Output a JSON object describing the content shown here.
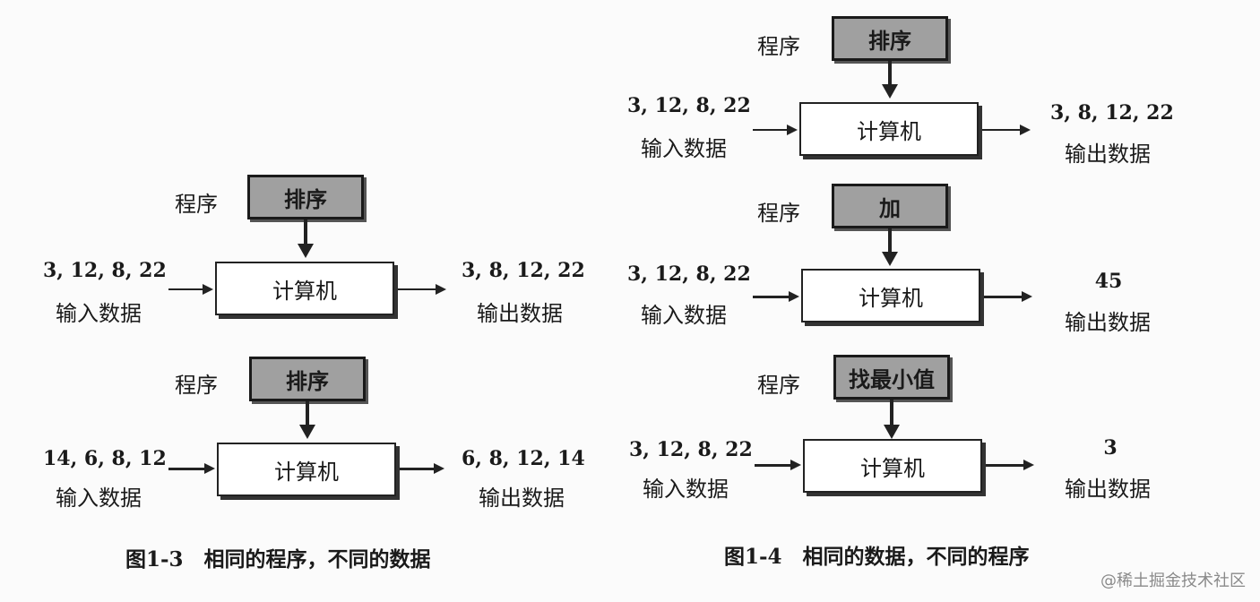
{
  "fig3": {
    "rows": [
      {
        "program_label": "程序",
        "program": "排序",
        "input": "3, 12, 8, 22",
        "input_label": "输入数据",
        "computer": "计算机",
        "output": "3, 8, 12, 22",
        "output_label": "输出数据"
      },
      {
        "program_label": "程序",
        "program": "排序",
        "input": "14, 6, 8, 12",
        "input_label": "输入数据",
        "computer": "计算机",
        "output": "6, 8, 12, 14",
        "output_label": "输出数据"
      }
    ],
    "caption": "图1-3　相同的程序，不同的数据"
  },
  "fig4": {
    "rows": [
      {
        "program_label": "程序",
        "program": "排序",
        "input": "3, 12, 8, 22",
        "input_label": "输入数据",
        "computer": "计算机",
        "output": "3, 8, 12, 22",
        "output_label": "输出数据"
      },
      {
        "program_label": "程序",
        "program": "加",
        "input": "3, 12, 8, 22",
        "input_label": "输入数据",
        "computer": "计算机",
        "output": "45",
        "output_label": "输出数据"
      },
      {
        "program_label": "程序",
        "program": "找最小值",
        "input": "3, 12, 8, 22",
        "input_label": "输入数据",
        "computer": "计算机",
        "output": "3",
        "output_label": "输出数据"
      }
    ],
    "caption": "图1-4　相同的数据，不同的程序"
  },
  "watermark": "@稀土掘金技术社区"
}
